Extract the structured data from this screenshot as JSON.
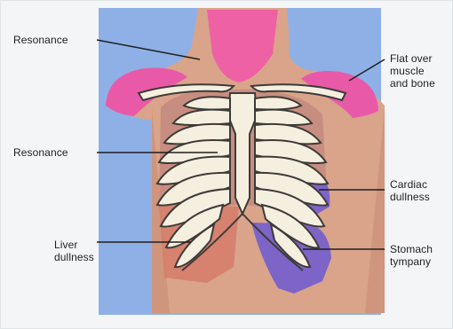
{
  "labels": {
    "resonance_top": "Resonance",
    "resonance_mid": "Resonance",
    "flat_over": [
      "Flat over",
      "muscle",
      "and bone"
    ],
    "cardiac_dullness": [
      "Cardiac",
      "dullness"
    ],
    "liver_dullness": [
      "Liver",
      "dullness"
    ],
    "stomach_tympany": [
      "Stomach",
      "tympany"
    ]
  },
  "colors": {
    "background": "#8fb0e6",
    "skin": "#d9a48a",
    "skin_dark": "#c98c75",
    "neck_pink": "#f05aa6",
    "shoulder_pink": "#e85aa7",
    "rib_fill": "#f4efdf",
    "rib_outline": "#3d3b38",
    "lung_area": "#c4897f",
    "cardiac_purple": "#7d64c7",
    "stomach_purple": "#7d64c7",
    "liver_area": "#d67b6a"
  }
}
